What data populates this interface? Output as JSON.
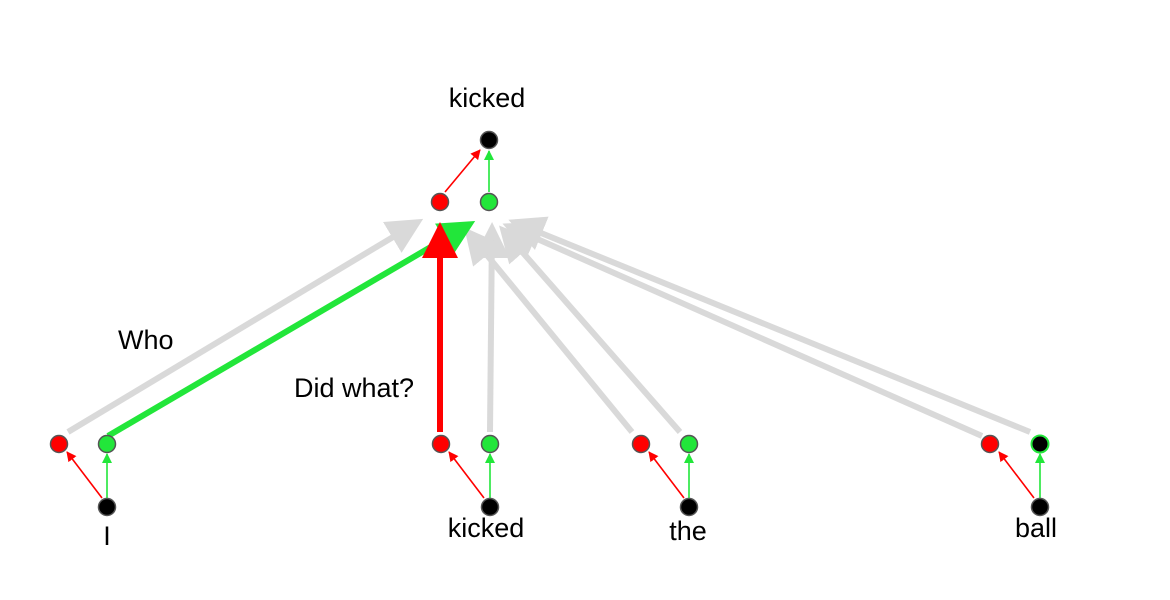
{
  "top_word": "kicked",
  "annotations": {
    "who": "Who",
    "did_what": "Did what?"
  },
  "bottom_words": [
    "I",
    "kicked",
    "the",
    "ball"
  ],
  "colors": {
    "red": "#ff0000",
    "green": "#22e63a",
    "gray": "#d9d9d9",
    "black": "#000000"
  }
}
